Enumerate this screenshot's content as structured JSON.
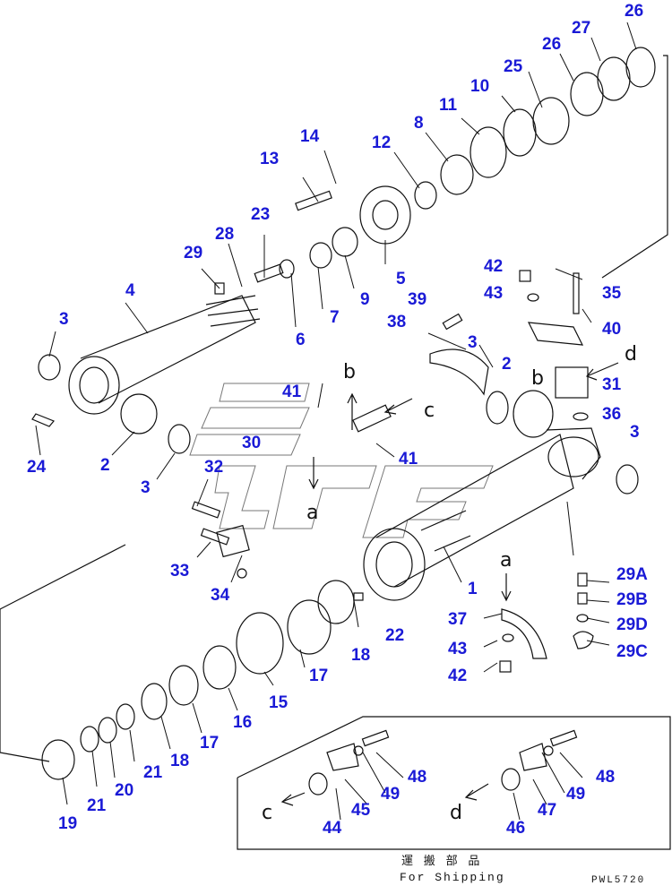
{
  "callouts": {
    "c1": "1",
    "c2a": "2",
    "c2b": "2",
    "c3a": "3",
    "c3b": "3",
    "c3c": "3",
    "c3d": "3",
    "c4": "4",
    "c5": "5",
    "c6": "6",
    "c7": "7",
    "c8": "8",
    "c9": "9",
    "c10": "10",
    "c11": "11",
    "c12": "12",
    "c13": "13",
    "c14": "14",
    "c15": "15",
    "c16": "16",
    "c17a": "17",
    "c17b": "17",
    "c18a": "18",
    "c18b": "18",
    "c19": "19",
    "c20": "20",
    "c21a": "21",
    "c21b": "21",
    "c22": "22",
    "c23": "23",
    "c24": "24",
    "c25": "25",
    "c26a": "26",
    "c26b": "26",
    "c27": "27",
    "c28": "28",
    "c29": "29",
    "c29a": "29A",
    "c29b": "29B",
    "c29c": "29C",
    "c29d": "29D",
    "c30": "30",
    "c31": "31",
    "c32": "32",
    "c33": "33",
    "c34": "34",
    "c35": "35",
    "c36": "36",
    "c37": "37",
    "c38": "38",
    "c39": "39",
    "c40": "40",
    "c41a": "41",
    "c41b": "41",
    "c42a": "42",
    "c42b": "42",
    "c43a": "43",
    "c43b": "43",
    "c44": "44",
    "c45": "45",
    "c46": "46",
    "c47": "47",
    "c48a": "48",
    "c48b": "48",
    "c49a": "49",
    "c49b": "49"
  },
  "view_letters": {
    "a1": "a",
    "a2": "a",
    "b1": "b",
    "b2": "b",
    "c1": "c",
    "c2": "c",
    "d1": "d",
    "d2": "d"
  },
  "shipping_caption": {
    "japanese": "運 搬 部 品",
    "english": "For Shipping"
  },
  "drawing_code": "PWL5720",
  "colors": {
    "callout": "#1a1ad6",
    "line": "#111111"
  }
}
